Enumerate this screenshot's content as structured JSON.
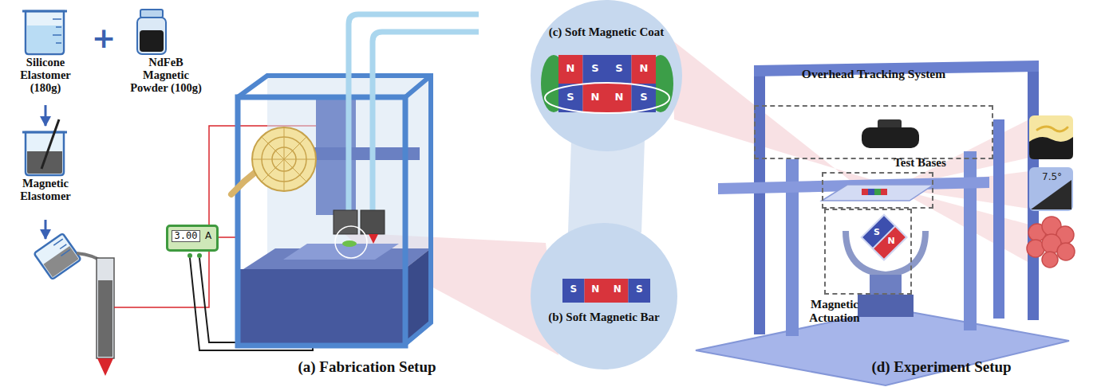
{
  "diagram": {
    "nodes": [
      {
        "text": [
          "Silicone Elastomer (180g)"
        ]
      },
      {
        "text": [
          "NdFeB Magnetic Powder (100g)"
        ]
      },
      {
        "text": [
          "Magnetic Elastomer"
        ]
      },
      {
        "text": [
          "3.00",
          "A"
        ]
      },
      {
        "text": [
          "(c) Soft Magnetic Coat"
        ]
      },
      {
        "text": [
          "(b) Soft Magnetic Bar"
        ]
      },
      {
        "text": [
          "Overhead Tracking System"
        ]
      },
      {
        "text": [
          "Test Bases"
        ]
      },
      {
        "text": [
          "Magnetic Actuation"
        ]
      },
      {
        "text": [
          "7.5°"
        ]
      }
    ],
    "edges": [
      {
        "from": 0,
        "to": 2,
        "arrow": "to"
      }
    ],
    "labels": [
      "+",
      "N",
      "S",
      "S",
      "N",
      "S",
      "N",
      "N",
      "S",
      "S",
      "N",
      "N",
      "S",
      "(a) Fabrication Setup",
      "S",
      "N",
      "(d) Experiment Setup"
    ]
  }
}
